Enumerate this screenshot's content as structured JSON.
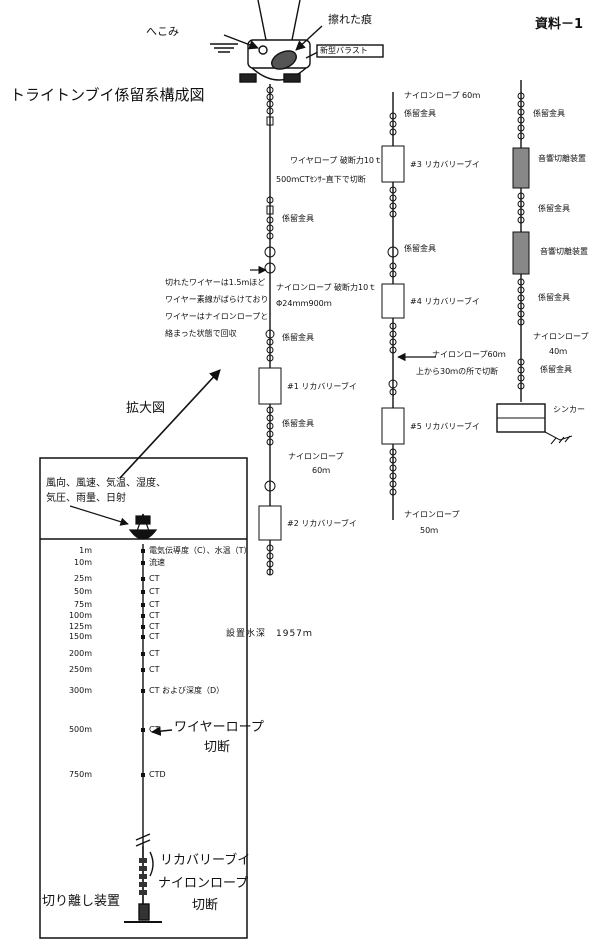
{
  "header": {
    "doc_ref": "資料－1",
    "title": "トライトンブイ係留系構成図"
  },
  "buoy_top": {
    "dent": "へこみ",
    "scratch": "擦れた痕",
    "ballast": "新型バラスト"
  },
  "col1": {
    "wire_rope": "ワイヤロープ 破断力10ｔ",
    "wire_rope2": "500ｍCTｾﾝｻｰ直下で切断",
    "fitting1": "係留金具",
    "break_note1": "切れたワイヤーは1.5mほど",
    "break_note2": "ワイヤー素線がばらけており",
    "break_note3": "ワイヤーはナイロンロープと",
    "break_note4": "絡まった状態で回収",
    "nylon1": "ナイロンロープ 破断力10ｔ",
    "nylon2": "Φ24ｍｍ900ｍ",
    "fitting2": "係留金具",
    "float1": "#1 リカバリーブイ",
    "fitting3": "係留金具",
    "nylon3": "ナイロンロープ",
    "nylon3b": "60ｍ",
    "float2": "#2 リカバリーブイ"
  },
  "col2": {
    "nylon_top": "ナイロンロープ 60ｍ",
    "fitting1": "係留金具",
    "float3": "#3 リカバリーブイ",
    "fitting2": "係留金具",
    "float4": "#4 リカバリーブイ",
    "cut1": "ナイロンロープ60ｍ",
    "cut2": "上から30ｍの所で切断",
    "float5": "#5 リカバリーブイ",
    "nylon_bottom": "ナイロンロープ",
    "nylon_bottom2": "50ｍ"
  },
  "col3": {
    "fitting1": "係留金具",
    "release1": "音響切離装置",
    "fitting2": "係留金具",
    "release2": "音響切離装置",
    "fitting3": "係留金具",
    "nylon": "ナイロンロープ",
    "nylon2": "40ｍ",
    "fitting4": "係留金具",
    "sinker": "シンカー"
  },
  "depth_note": "設置水深　1957ｍ",
  "zoom_label": "拡大図",
  "inset": {
    "met_line1": "風向、風速、気温、湿度、",
    "met_line2": "気圧、雨量、日射",
    "wire_cut": "ワイヤーロープ",
    "wire_cut2": "切断",
    "recovery": "リカバリーブイ",
    "nylon_cut": "ナイロンロープ",
    "nylon_cut2": "切断",
    "release": "切り離し装置",
    "depths": [
      {
        "depth": "1m",
        "label": "電気伝導度（C）、水温（T）"
      },
      {
        "depth": "10m",
        "label": "流速"
      },
      {
        "depth": "25m",
        "label": "CT"
      },
      {
        "depth": "50m",
        "label": "CT"
      },
      {
        "depth": "75m",
        "label": "CT"
      },
      {
        "depth": "100m",
        "label": "CT"
      },
      {
        "depth": "125m",
        "label": "CT"
      },
      {
        "depth": "150m",
        "label": "CT"
      },
      {
        "depth": "200m",
        "label": "CT"
      },
      {
        "depth": "250m",
        "label": "CT"
      },
      {
        "depth": "300m",
        "label": "CT および深度（D）"
      },
      {
        "depth": "500m",
        "label": "CT"
      },
      {
        "depth": "750m",
        "label": "CTD"
      }
    ]
  }
}
